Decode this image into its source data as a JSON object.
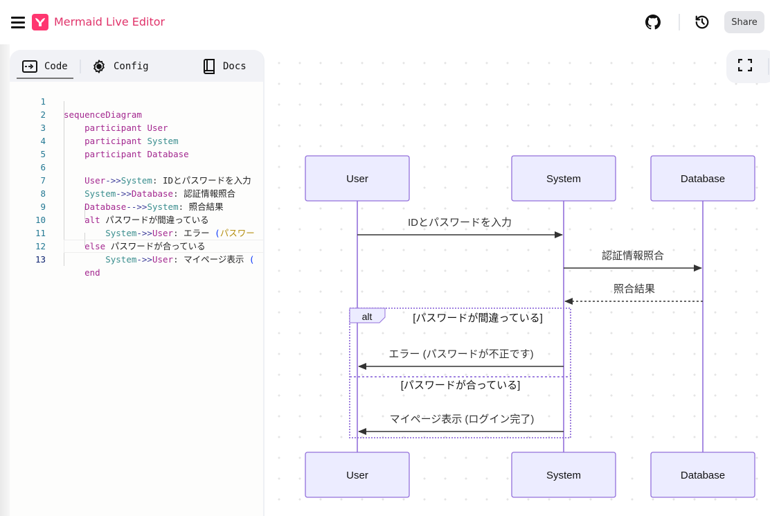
{
  "header": {
    "title": "Mermaid Live Editor",
    "share_label": "Share",
    "icons": {
      "menu": "hamburger-icon",
      "logo": "mermaid-logo",
      "github": "github-icon",
      "history": "history-icon"
    }
  },
  "editor": {
    "tabs": [
      {
        "label": "Code",
        "icon": "code-icon",
        "active": true
      },
      {
        "label": "Config",
        "icon": "gear-icon",
        "active": false
      },
      {
        "label": "Docs",
        "icon": "book-icon",
        "active": false
      }
    ],
    "lines": [
      {
        "n": "1",
        "text": "sequenceDiagram"
      },
      {
        "n": "2",
        "text": "    participant User"
      },
      {
        "n": "3",
        "text": "    participant System"
      },
      {
        "n": "4",
        "text": "    participant Database"
      },
      {
        "n": "5",
        "text": ""
      },
      {
        "n": "6",
        "text": "    User->>System: IDとパスワードを入力"
      },
      {
        "n": "7",
        "text": "    System->>Database: 認証情報照合"
      },
      {
        "n": "8",
        "text": "    Database-->>System: 照合結果"
      },
      {
        "n": "9",
        "text": "    alt パスワードが間違っている"
      },
      {
        "n": "10",
        "text": "        System->>User: エラー (パスワードが不正です)"
      },
      {
        "n": "11",
        "text": "    else パスワードが合っている"
      },
      {
        "n": "12",
        "text": "        System->>User: マイページ表示 (ログイン完了)"
      },
      {
        "n": "13",
        "text": "    end"
      }
    ],
    "tokens": {
      "l1": {
        "kw": "sequenceDiagram"
      },
      "l2": {
        "kw": "participant",
        "name": "User"
      },
      "l3": {
        "kw": "participant",
        "name": "System"
      },
      "l4": {
        "kw": "participant",
        "name": "Database"
      },
      "l6": {
        "from": "User",
        "arrow": "->>",
        "to": "System",
        "colon": ":",
        "msg": "IDとパスワードを入力"
      },
      "l7": {
        "from": "System",
        "arrow": "->>",
        "to": "Database",
        "colon": ":",
        "msg": "認証情報照合"
      },
      "l8": {
        "from": "Database",
        "arrow": "-->>",
        "to": "System",
        "colon": ":",
        "msg": "照合結果"
      },
      "l9": {
        "kw": "alt",
        "msg": "パスワードが間違っている"
      },
      "l10": {
        "from": "System",
        "arrow": "->>",
        "to": "User",
        "colon": ":",
        "msg": "エラー",
        "paren": "(",
        "visible_rest": "パスワー"
      },
      "l11": {
        "kw": "else",
        "msg": "パスワードが合っている"
      },
      "l12": {
        "from": "System",
        "arrow": "->>",
        "to": "User",
        "colon": ":",
        "msg": "マイページ表示",
        "paren": "("
      },
      "l13": {
        "kw": "end"
      }
    }
  },
  "diagram": {
    "participants": [
      "User",
      "System",
      "Database"
    ],
    "messages": [
      {
        "from": "User",
        "to": "System",
        "text": "IDとパスワードを入力",
        "style": "solid"
      },
      {
        "from": "System",
        "to": "Database",
        "text": "認証情報照合",
        "style": "solid"
      },
      {
        "from": "Database",
        "to": "System",
        "text": "照合結果",
        "style": "dotted"
      },
      {
        "from": "System",
        "to": "User",
        "text": "エラー (パスワードが不正です)",
        "style": "solid"
      },
      {
        "from": "System",
        "to": "User",
        "text": "マイページ表示 (ログイン完了)",
        "style": "solid"
      }
    ],
    "alt": {
      "label": "alt",
      "condition": "[パスワードが間違っている]",
      "else_condition": "[パスワードが合っている]"
    },
    "colors": {
      "actor_fill": "#ececff",
      "actor_stroke": "#9370db",
      "line": "#333333",
      "lifeline": "#9370db"
    }
  },
  "viewer": {
    "fullscreen_icon": "fullscreen-icon"
  }
}
